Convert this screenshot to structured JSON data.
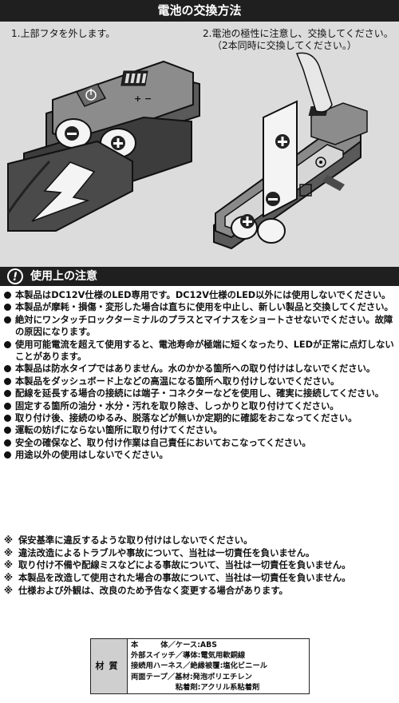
{
  "battery_section": {
    "title": "電池の交換方法",
    "step1": "1.上部フタを外します。",
    "step2": "2.電池の極性に注意し、交換してください。",
    "step2_note": "（2本同時に交換してください。）",
    "minus_sign": "−",
    "plus_sign": "+",
    "remote_polarity": "+ −"
  },
  "caution": {
    "title": "使用上の注意",
    "icon_glyph": "!",
    "items": [
      "本製品はDC12V仕様のLED専用です。DC12V仕様のLED以外には使用しないでください。",
      "本製品が摩耗・損傷・変形した場合は直ちに使用を中止し、新しい製品と交換してください。",
      "絶対にワンタッチロックターミナルのプラスとマイナスをショートさせないでください。故障の原因になります。",
      "使用可能電流を超えて使用すると、電池寿命が極端に短くなったり、LEDが正常に点灯しないことがあります。",
      "本製品は防水タイプではありません。水のかかる箇所への取り付けはしないでください。",
      "本製品をダッシュボード上などの高温になる箇所へ取り付けしないでください。",
      "配線を延長する場合の接続には端子・コネクターなどを使用し、確実に接続してください。",
      "固定する箇所の油分・水分・汚れを取り除き、しっかりと取り付けてください。",
      "取り付け後、接続のゆるみ、脱落などが無いか定期的に確認をおこなってください。",
      "運転の妨げにならない箇所に取り付けてください。",
      "安全の確保など、取り付け作業は自己責任においておこなってください。",
      "用途以外の使用はしないでください。"
    ]
  },
  "notes": {
    "mark": "※",
    "items": [
      "保安基準に違反するような取り付けはしないでください。",
      "違法改造によるトラブルや事故について、当社は一切責任を負いません。",
      "取り付け不備や配線ミスなどによる事故について、当社は一切責任を負いません。",
      "本製品を改造して使用された場合の事故について、当社は一切責任を負いません。",
      "仕様および外観は、改良のため予告なく変更する場合があります。"
    ]
  },
  "materials": {
    "header": "材質",
    "rows": [
      "本　　　体／ケース:ABS",
      "外部スイッチ／導体:電気用軟銅線",
      "接続用ハーネス／絶縁被覆:塩化ビニール",
      "両面テープ／基材:発泡ポリエチレン",
      "　　　　　　粘着剤:アクリル系粘着剤"
    ]
  },
  "colors": {
    "header_bg": "#1f1f1f",
    "panel_bg": "#dcdcdc",
    "device_dark": "#4a4a4a",
    "battery_white": "#f4f4f4"
  }
}
